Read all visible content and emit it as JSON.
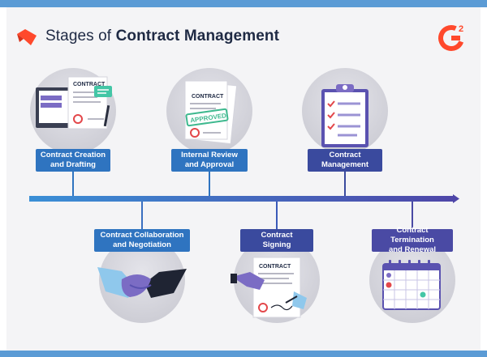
{
  "header": {
    "title_prefix": "Stages of ",
    "title_bold": "Contract Management",
    "brand_badge": "G",
    "brand_badge_sup": "2"
  },
  "stages": [
    {
      "label_line1": "Contract Creation",
      "label_line2": "and Drafting"
    },
    {
      "label_line1": "Internal Review",
      "label_line2": "and Approval"
    },
    {
      "label_line1": "Contract",
      "label_line2": "Management"
    },
    {
      "label_line1": "Contract Collaboration",
      "label_line2": "and Negotiation"
    },
    {
      "label_line1": "Contract",
      "label_line2": "Signing"
    },
    {
      "label_line1": "Contract Termination",
      "label_line2": "and Renewal"
    }
  ],
  "illustrations": {
    "doc_heading": "CONTRACT",
    "stamp": "APPROVED"
  },
  "colors": {
    "brand_red": "#ff492c",
    "label_blue": "#2f74c0",
    "label_navy": "#3a4a9e",
    "timeline_start": "#3a8fd6",
    "timeline_end": "#4e46a8"
  }
}
